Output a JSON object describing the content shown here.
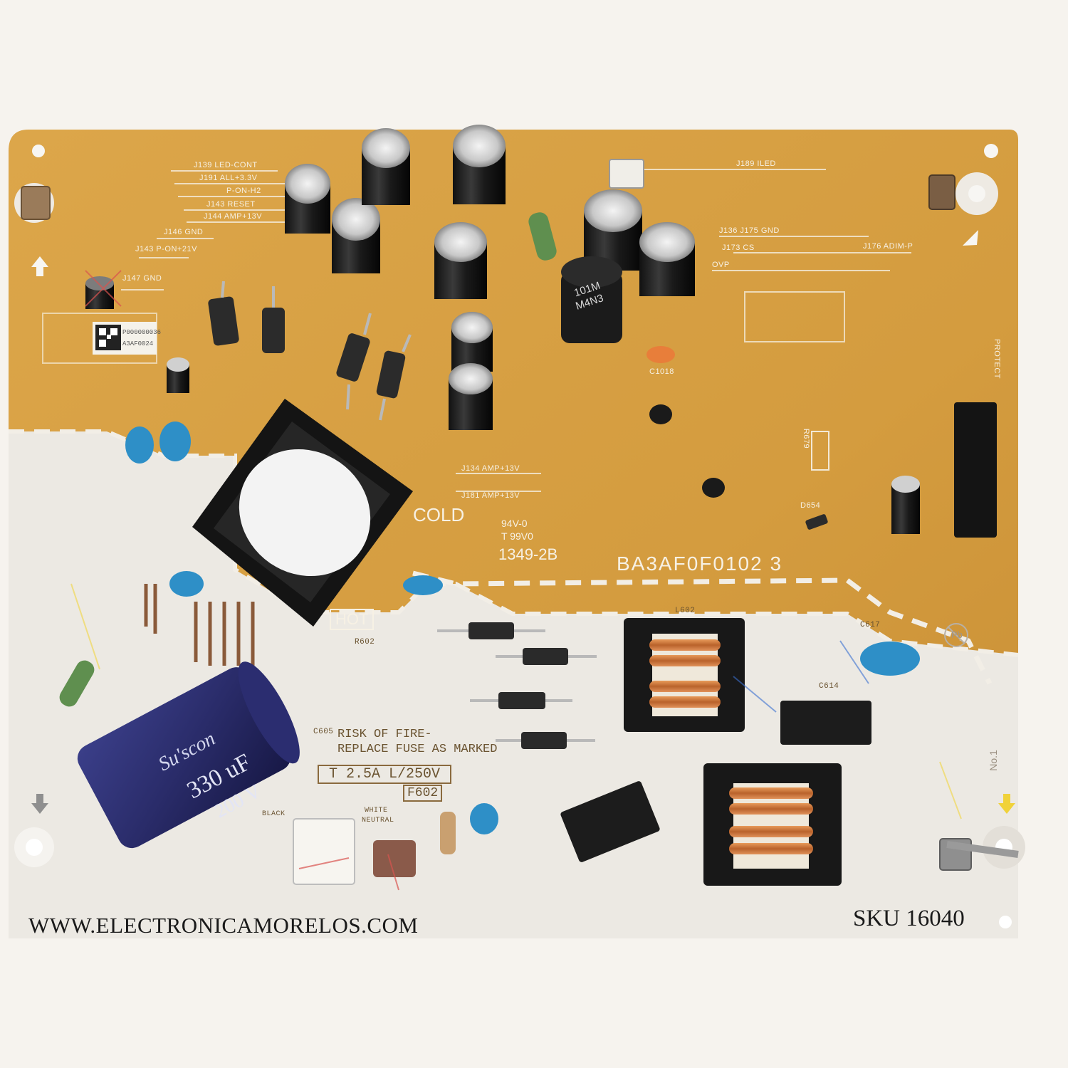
{
  "watermark": {
    "url": "WWW.ELECTRONICAMORELOS.COM",
    "sku": "SKU 16040"
  },
  "board": {
    "part_number": "BA3AF0F0102 3",
    "date_code": "1349-2B",
    "flammability_1": "94V-0",
    "flammability_2": "T 99V0",
    "zone_cold": "COLD",
    "zone_hot": "HOT",
    "warning_1": "RISK OF FIRE-",
    "warning_2": "REPLACE FUSE AS MARKED",
    "fuse_rating": "T 2.5A L/250V",
    "fuse_ref": "F602",
    "inductor_marking_1": "101M",
    "inductor_marking_2": "M4N3",
    "qr_code_1": "P000000036",
    "qr_code_2": "A3AF0024",
    "lead_free_symbol": "Pb",
    "mark_no": "No.1",
    "conn_black": "BLACK",
    "conn_white": "WHITE",
    "conn_neutral": "NEUTRAL"
  },
  "silkscreen_labels": {
    "led_cont": "J139 LED-CONT",
    "all_33": "J191 ALL+3.3V",
    "p_on_h2": "P-ON-H2",
    "reset": "J143 RESET",
    "amp_13v_top": "J144 AMP+13V",
    "gnd_j146": "J146 GND",
    "p_on_21v": "J143 P-ON+21V",
    "gnd_j147": "J147 GND",
    "iled": "J189 ILED",
    "gnd_j136": "J136 J175 GND",
    "adim_p": "J176 ADIM-P",
    "cs": "J173 CS",
    "ovp": "OVP",
    "amp_13v_1": "J134 AMP+13V",
    "amp_13v_2": "J181 AMP+13V",
    "protect": "PROTECT",
    "cap_c1018": "C1018",
    "res_r679": "R679",
    "diode_d654": "D654",
    "coil_l602": "L602",
    "cap_c617": "C617",
    "cap_c614": "C614",
    "cap_c605": "C605",
    "res_r602": "R602"
  },
  "big_capacitor": {
    "brand": "Su'scon",
    "capacitance": "330 uF",
    "voltage": "200 V"
  }
}
